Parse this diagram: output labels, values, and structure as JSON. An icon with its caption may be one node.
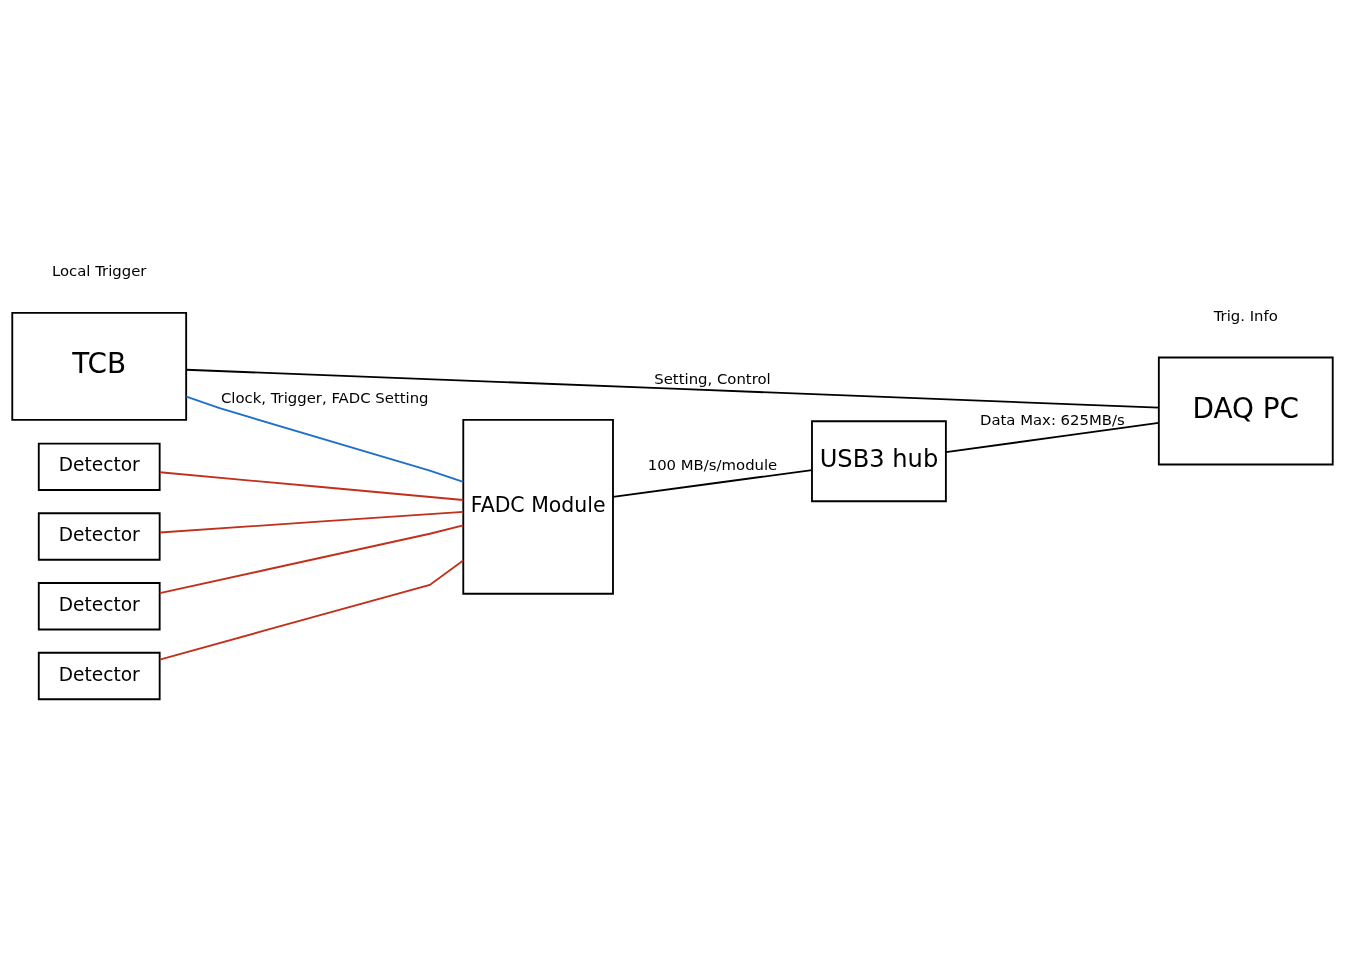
{
  "diagram": {
    "nodes": [
      {
        "text": [
          "TCB"
        ]
      },
      {
        "text": [
          "DAQ PC"
        ]
      },
      {
        "text": [
          "Detector"
        ]
      },
      {
        "text": [
          "Detector"
        ]
      },
      {
        "text": [
          "Detector"
        ]
      },
      {
        "text": [
          "Detector"
        ]
      },
      {
        "text": [
          "FADC Module"
        ]
      },
      {
        "text": [
          "USB3 hub"
        ]
      }
    ],
    "edges": [
      {
        "from": 0,
        "to": 1,
        "arrow": "none",
        "label": "Setting, Control",
        "color": "#000000"
      },
      {
        "from": 0,
        "to": 6,
        "arrow": "none",
        "label": "Clock, Trigger, FADC Setting",
        "color": "#1f6fc8"
      },
      {
        "from": 2,
        "to": 6,
        "arrow": "none",
        "color": "#c0301c"
      },
      {
        "from": 3,
        "to": 6,
        "arrow": "none",
        "color": "#c0301c"
      },
      {
        "from": 4,
        "to": 6,
        "arrow": "none",
        "color": "#c0301c"
      },
      {
        "from": 5,
        "to": 6,
        "arrow": "none",
        "color": "#c0301c"
      },
      {
        "from": 6,
        "to": 7,
        "arrow": "none",
        "label": "100 MB/s/module",
        "color": "#000000"
      },
      {
        "from": 7,
        "to": 1,
        "arrow": "none",
        "label": "Data Max: 625MB/s",
        "color": "#000000"
      }
    ],
    "labels": [
      "Trig. Info",
      "Local Trigger"
    ]
  }
}
